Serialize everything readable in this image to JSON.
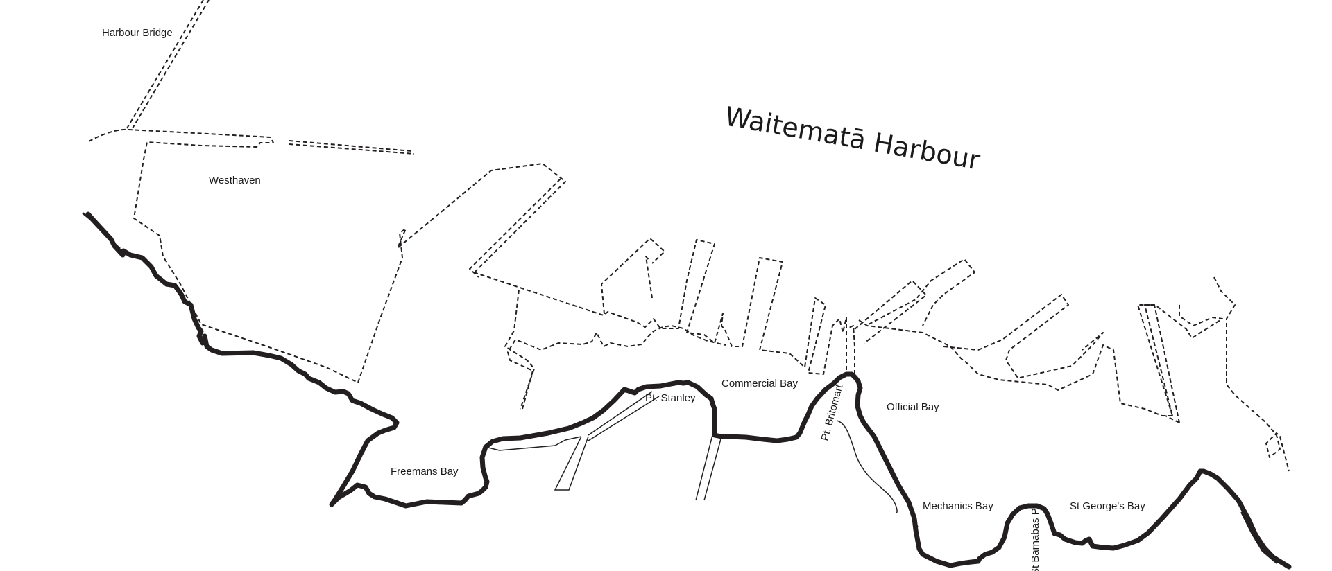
{
  "map": {
    "title": "Waitematā Harbour",
    "labels": {
      "harbour_bridge": "Harbour Bridge",
      "westhaven": "Westhaven",
      "freemans_bay": "Freemans Bay",
      "pt_stanley": "Pt. Stanley",
      "commercial_bay": "Commercial Bay",
      "pt_britomart": "Pt. Britomart",
      "official_bay": "Official Bay",
      "mechanics_bay": "Mechanics Bay",
      "st_barnabas_pt": "St Barnabas Pt",
      "st_georges_bay": "St George's Bay"
    },
    "colors": {
      "ink": "#231f20",
      "background": "#ffffff"
    }
  }
}
